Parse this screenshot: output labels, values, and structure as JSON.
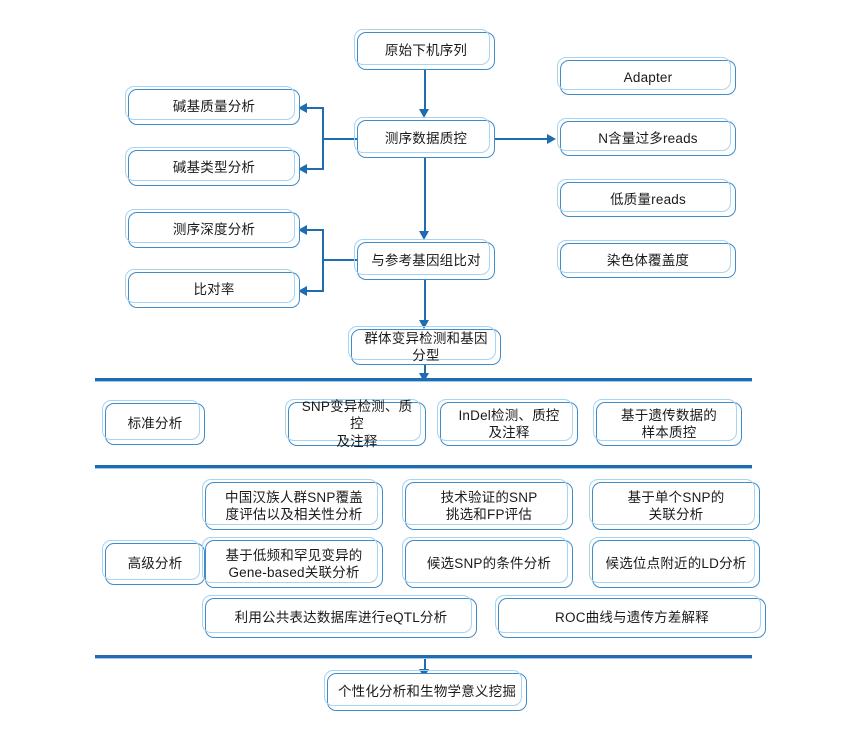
{
  "diagram": {
    "title": "Whole-genome sequencing analysis pipeline flowchart",
    "accent_color": "#1f6cb0",
    "box_border_color": "#3f8ccb",
    "box_shadow_color": "#a8d4ef",
    "background": "#ffffff"
  },
  "pipeline": {
    "raw_sequence": "原始下机序列",
    "qc": "测序数据质控",
    "alignment": "与参考基因组比对",
    "variant_calling": "群体变异检测和基因分型"
  },
  "qc_outputs_left": [
    {
      "label": "碱基质量分析"
    },
    {
      "label": "碱基类型分析"
    }
  ],
  "qc_outputs_right": [
    {
      "label": "Adapter"
    },
    {
      "label": "N含量过多reads"
    },
    {
      "label": "低质量reads"
    }
  ],
  "align_outputs_left": [
    {
      "label": "测序深度分析"
    },
    {
      "label": "比对率"
    }
  ],
  "align_outputs_right": [
    {
      "label": "染色体覆盖度"
    }
  ],
  "standard_analysis": {
    "label": "标准分析",
    "items": [
      {
        "label": "SNP变异检测、质控\n及注释"
      },
      {
        "label": "InDel检测、质控\n及注释"
      },
      {
        "label": "基于遗传数据的\n样本质控"
      }
    ]
  },
  "advanced_analysis": {
    "label": "高级分析",
    "row1": [
      {
        "label": "中国汉族人群SNP覆盖\n度评估以及相关性分析"
      },
      {
        "label": "技术验证的SNP\n挑选和FP评估"
      },
      {
        "label": "基于单个SNP的\n关联分析"
      }
    ],
    "row2": [
      {
        "label": "基于低频和罕见变异的\nGene-based关联分析"
      },
      {
        "label": "候选SNP的条件分析"
      },
      {
        "label": "候选位点附近的LD分析"
      }
    ],
    "row3": [
      {
        "label": "利用公共表达数据库进行eQTL分析"
      },
      {
        "label": "ROC曲线与遗传方差解释"
      }
    ]
  },
  "final": {
    "label": "个性化分析和生物学意义挖掘"
  }
}
